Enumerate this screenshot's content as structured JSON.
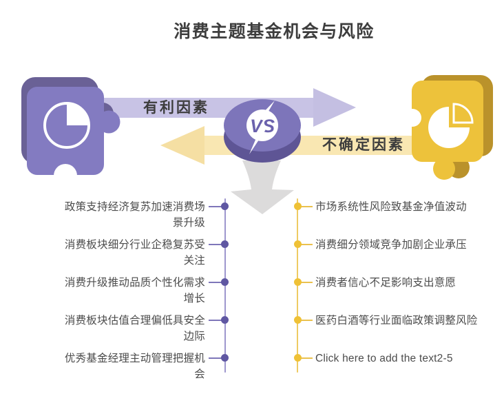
{
  "title": "消费主题基金机会与风险",
  "comparison": {
    "vs_label": "VS",
    "favorable": {
      "label": "有利因素"
    },
    "uncertain": {
      "label": "不确定因素"
    }
  },
  "icons": {
    "left_puzzle": "purple-puzzle-piece-with-pie-chart-icon",
    "right_puzzle": "yellow-puzzle-piece-with-pie-chart-icon",
    "vs_badge": "vs-lightning-bolt-badge-icon",
    "funnel": "gray-down-arrow-funnel-icon"
  },
  "colors": {
    "purple_face": "#837bc1",
    "purple_side": "#6a6196",
    "purple_arrow": "#c8c3e5",
    "purple_timeline": "#9d96cd",
    "purple_dot": "#5f57a2",
    "yellow_face": "#edc23b",
    "yellow_side": "#ba922b",
    "yellow_arrow": "#f9e7b2",
    "yellow_timeline": "#eecb63",
    "yellow_dot": "#efc136",
    "funnel_gray": "#dcdbdb",
    "title_text": "#3d3d3d",
    "body_text": "#4c4c4c"
  },
  "favorable_list": {
    "items": [
      {
        "text": "政策支持经济复苏加速消费场景升级"
      },
      {
        "text": "消费板块细分行业企稳复苏受关注"
      },
      {
        "text": "消费升级推动品质个性化需求增长"
      },
      {
        "text": "消费板块估值合理偏低具安全边际"
      },
      {
        "text": "优秀基金经理主动管理把握机会"
      }
    ]
  },
  "uncertain_list": {
    "items": [
      {
        "text": "市场系统性风险致基金净值波动"
      },
      {
        "text": "消费细分领域竞争加剧企业承压"
      },
      {
        "text": "消费者信心不足影响支出意愿"
      },
      {
        "text": "医药白酒等行业面临政策调整风险"
      },
      {
        "text": "Click here to add the text2-5"
      }
    ]
  }
}
